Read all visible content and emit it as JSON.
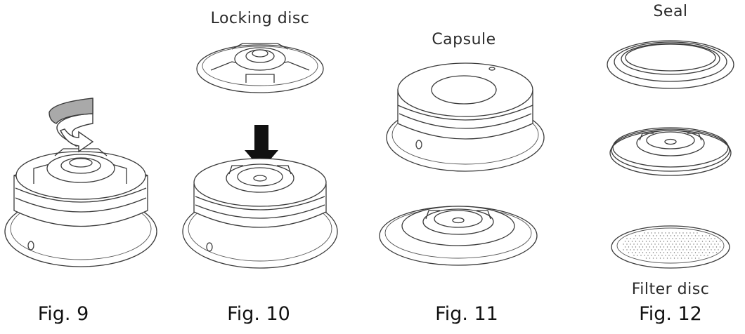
{
  "figures": [
    {
      "id": "fig9",
      "label": "Fig. 9"
    },
    {
      "id": "fig10",
      "label": "Fig. 10"
    },
    {
      "id": "fig11",
      "label": "Fig. 11"
    },
    {
      "id": "fig12",
      "label": "Fig. 12"
    }
  ],
  "parts": {
    "locking_disc": "Locking disc",
    "capsule": "Capsule",
    "seal": "Seal",
    "filter_disc": "Filter disc"
  },
  "colors": {
    "line": "#3a3a3a",
    "arrow_black": "#111111",
    "arrow_gray": "#a9a9a9"
  }
}
